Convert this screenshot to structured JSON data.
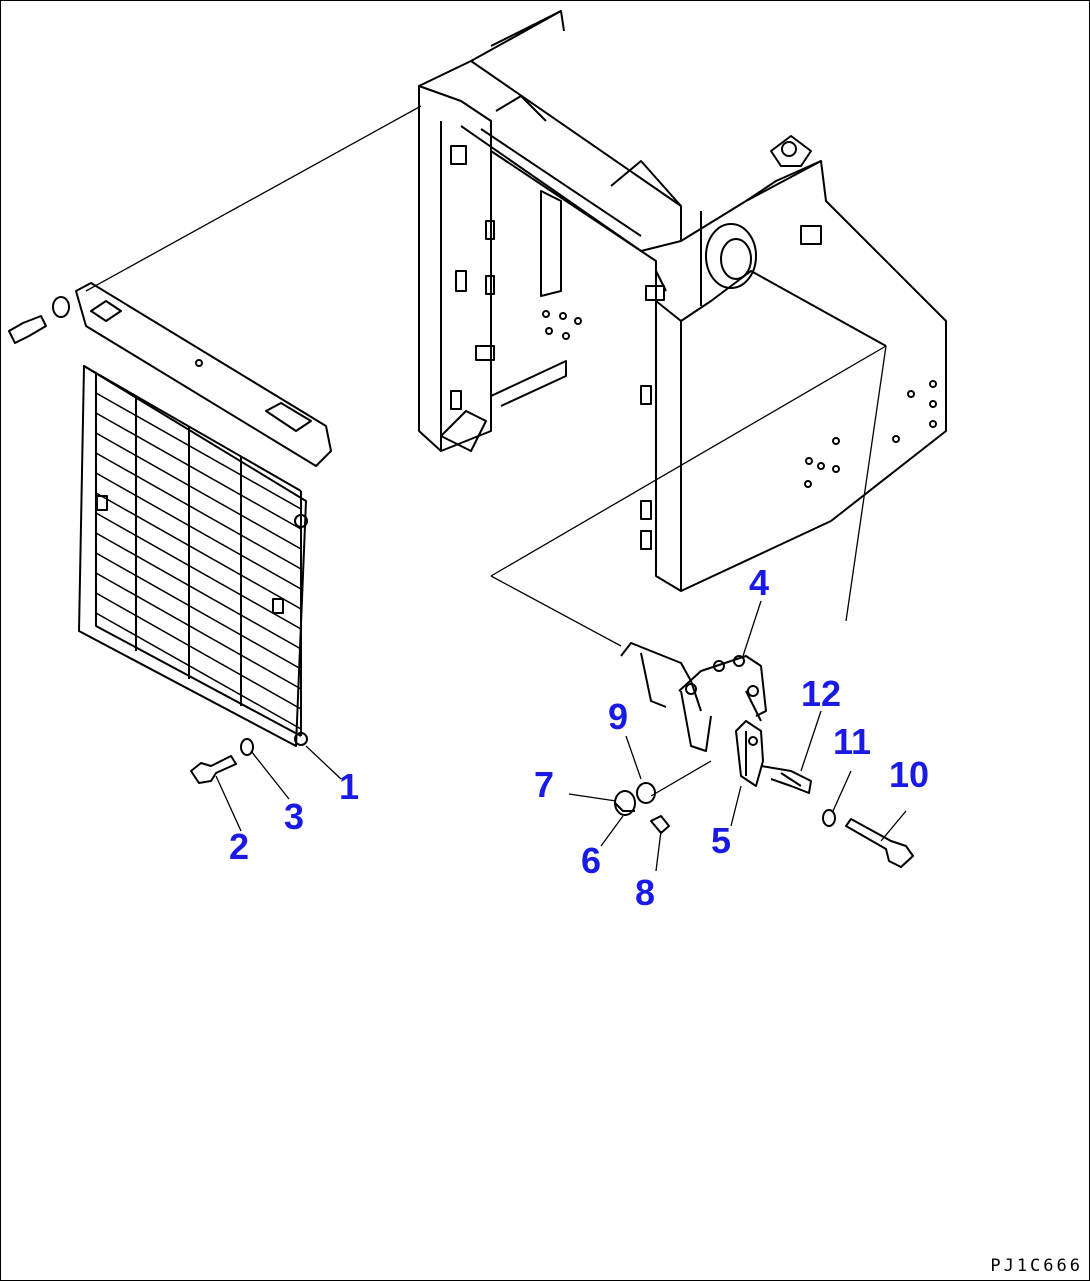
{
  "diagram": {
    "drawing_code": "PJ1C666",
    "callouts": [
      "1",
      "2",
      "3",
      "4",
      "5",
      "6",
      "7",
      "8",
      "9",
      "10",
      "11",
      "12"
    ],
    "colors": {
      "callout": "#1a1ae6",
      "line": "#000000",
      "background": "#ffffff"
    }
  }
}
